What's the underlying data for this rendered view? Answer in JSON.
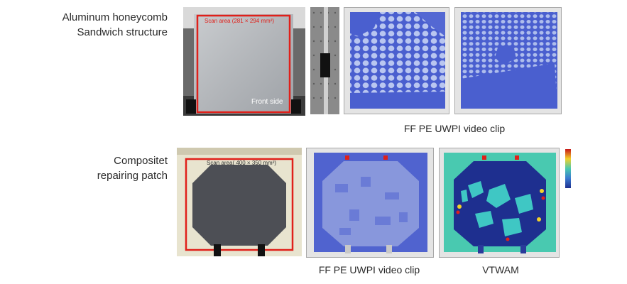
{
  "row1": {
    "label_line1": "Aluminum honeycomb",
    "label_line2": "Sandwich structure",
    "photo_scan_text": "Scan area (281 × 294 mm²)",
    "photo_side_text": "Front side",
    "caption": "FF PE UWPI video clip"
  },
  "row2": {
    "label_line1": "Compositet",
    "label_line2": "repairing patch",
    "photo_scan_text": "Scan area( 400 × 350 mm²)",
    "caption_left": "FF PE UWPI video clip",
    "caption_right": "VTWAM"
  },
  "colors": {
    "scan_blue": "#4a5fcf",
    "scan_light": "#b9c6f0",
    "scan_border": "#a8a8a8",
    "red_box": "#e0201a",
    "panel_green": "#49c9b0"
  }
}
